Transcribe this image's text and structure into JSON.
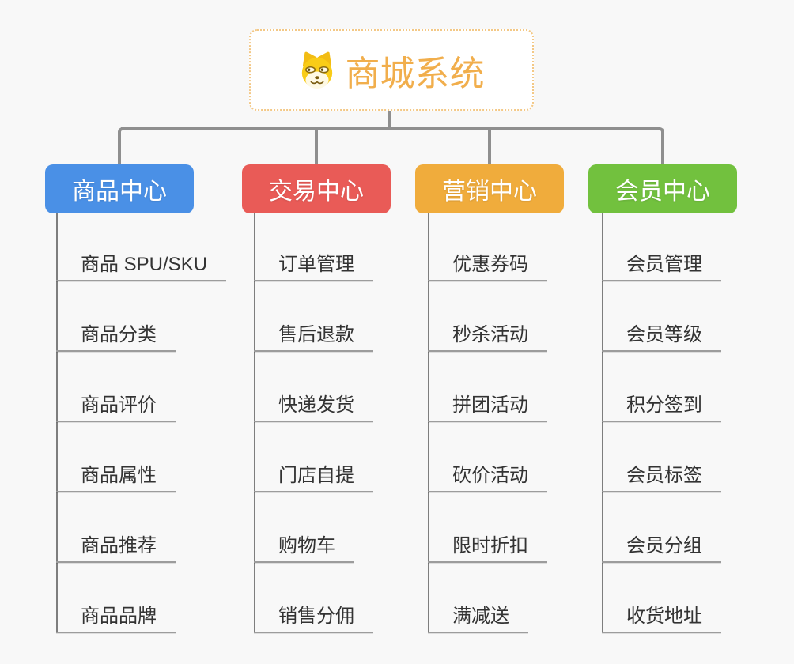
{
  "root": {
    "label": "商城系统",
    "icon": "shiba-dog-icon"
  },
  "branches": [
    {
      "id": "product-center",
      "label": "商品中心",
      "color": "#4A90E6",
      "children": [
        "商品 SPU/SKU",
        "商品分类",
        "商品评价",
        "商品属性",
        "商品推荐",
        "商品品牌"
      ]
    },
    {
      "id": "trade-center",
      "label": "交易中心",
      "color": "#E95B57",
      "children": [
        "订单管理",
        "售后退款",
        "快递发货",
        "门店自提",
        "购物车",
        "销售分佣"
      ]
    },
    {
      "id": "marketing-center",
      "label": "营销中心",
      "color": "#F0AC3C",
      "children": [
        "优惠券码",
        "秒杀活动",
        "拼团活动",
        "砍价活动",
        "限时折扣",
        "满减送"
      ]
    },
    {
      "id": "member-center",
      "label": "会员中心",
      "color": "#72C13E",
      "children": [
        "会员管理",
        "会员等级",
        "积分签到",
        "会员标签",
        "会员分组",
        "收货地址"
      ]
    }
  ],
  "colors": {
    "root_text": "#F1AE4C",
    "root_border": "#F3C886",
    "connector": "#8F8F8F",
    "column_line": "#7E7E7E",
    "leaf_underline": "#9C9C9C",
    "leaf_text": "#333333",
    "background": "#F8F8F8"
  }
}
